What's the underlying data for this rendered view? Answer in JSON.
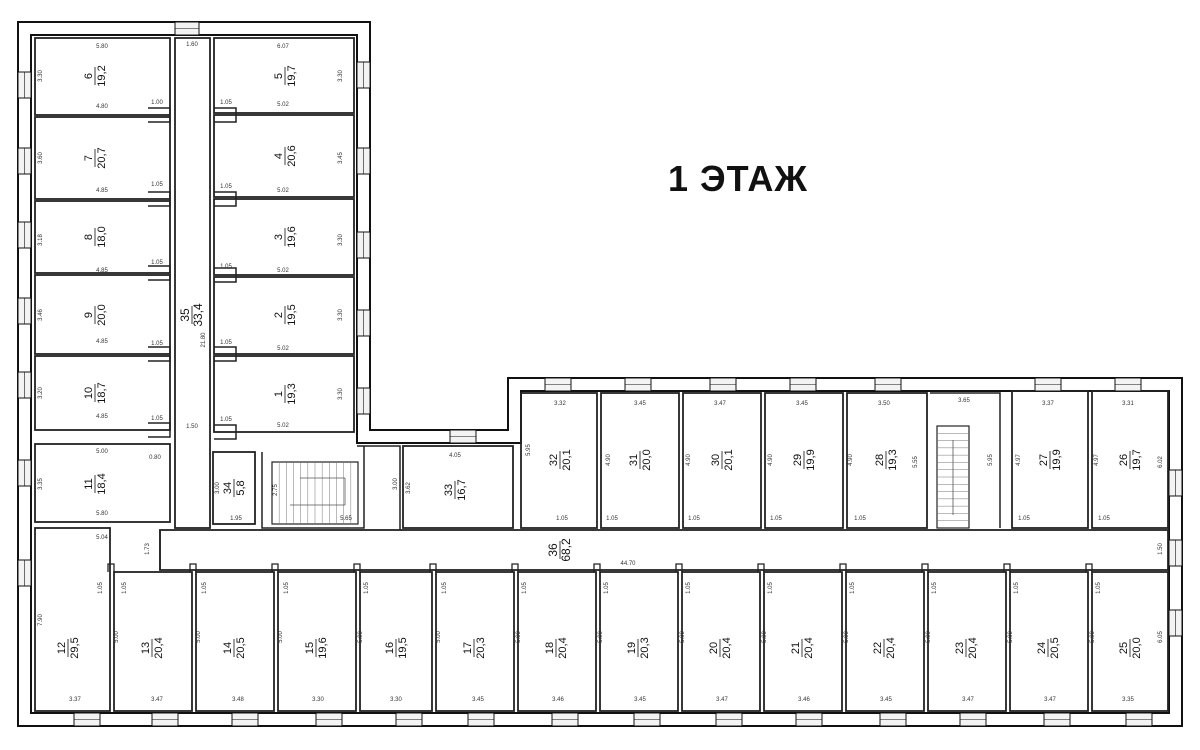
{
  "title": "1 ЭТАЖ",
  "colors": {
    "wall": "#111111",
    "line": "#222222",
    "window_fill": "#f3f3f3",
    "background": "#ffffff"
  },
  "rooms": [
    {
      "number": "6",
      "area": "19,2",
      "dims": [
        "5.80",
        "3.30",
        "4.80",
        "1.00"
      ]
    },
    {
      "number": "7",
      "area": "20,7",
      "dims": [
        "3.60",
        "4.85",
        "1.05"
      ]
    },
    {
      "number": "8",
      "area": "18,0",
      "dims": [
        "3.18",
        "4.85",
        "1.05"
      ]
    },
    {
      "number": "9",
      "area": "20,0",
      "dims": [
        "3.46",
        "4.85",
        "1.05"
      ]
    },
    {
      "number": "10",
      "area": "18,7",
      "dims": [
        "3.20",
        "4.85",
        "1.05"
      ]
    },
    {
      "number": "11",
      "area": "18,4",
      "dims": [
        "5.00",
        "3.35",
        "5.80",
        "0.80"
      ]
    },
    {
      "number": "5",
      "area": "19,7",
      "dims": [
        "6.07",
        "3.30",
        "5.02",
        "1.05"
      ]
    },
    {
      "number": "4",
      "area": "20,6",
      "dims": [
        "3.45",
        "5.02",
        "1.05"
      ]
    },
    {
      "number": "3",
      "area": "19,6",
      "dims": [
        "3.30",
        "5.02",
        "1.05"
      ]
    },
    {
      "number": "2",
      "area": "19,5",
      "dims": [
        "3.30",
        "5.02",
        "1.05"
      ]
    },
    {
      "number": "1",
      "area": "19,3",
      "dims": [
        "3.30",
        "5.02",
        "1.05"
      ]
    },
    {
      "number": "35",
      "area": "33,4",
      "dims": [
        "1.60",
        "21.80",
        "1.50"
      ]
    },
    {
      "number": "34",
      "area": "5,8",
      "dims": [
        "3.00",
        "1.95"
      ]
    },
    {
      "number": "33",
      "area": "16,7",
      "dims": [
        "4.05",
        "3.62"
      ]
    },
    {
      "number": "32",
      "area": "20,1",
      "dims": [
        "3.32",
        "5.95",
        "1.05"
      ]
    },
    {
      "number": "31",
      "area": "20,0",
      "dims": [
        "3.45",
        "4.90",
        "1.05"
      ]
    },
    {
      "number": "30",
      "area": "20,1",
      "dims": [
        "3.47",
        "4.90",
        "1.05"
      ]
    },
    {
      "number": "29",
      "area": "19,9",
      "dims": [
        "3.45",
        "4.90",
        "1.05"
      ]
    },
    {
      "number": "28",
      "area": "19,3",
      "dims": [
        "3.50",
        "4.90",
        "5.55",
        "1.05"
      ]
    },
    {
      "number": "27",
      "area": "19,9",
      "dims": [
        "3.37",
        "4.97",
        "1.05"
      ]
    },
    {
      "number": "26",
      "area": "19,7",
      "dims": [
        "3.31",
        "4.97",
        "6.02",
        "1.05"
      ]
    },
    {
      "number": "36",
      "area": "68,2",
      "dims": [
        "44.70",
        "1.50"
      ]
    },
    {
      "number": "12",
      "area": "29,5",
      "dims": [
        "5.04",
        "1.73",
        "7.90",
        "3.37",
        "1.05"
      ]
    },
    {
      "number": "13",
      "area": "20,4",
      "dims": [
        "5.00",
        "3.47",
        "1.05"
      ]
    },
    {
      "number": "14",
      "area": "20,5",
      "dims": [
        "5.00",
        "3.48",
        "1.05"
      ]
    },
    {
      "number": "15",
      "area": "19,6",
      "dims": [
        "5.00",
        "3.30",
        "1.05"
      ]
    },
    {
      "number": "16",
      "area": "19,5",
      "dims": [
        "5.00",
        "3.30",
        "1.05"
      ]
    },
    {
      "number": "17",
      "area": "20,3",
      "dims": [
        "5.00",
        "3.45",
        "1.05"
      ]
    },
    {
      "number": "18",
      "area": "20,4",
      "dims": [
        "5.00",
        "3.46",
        "1.05"
      ]
    },
    {
      "number": "19",
      "area": "20,3",
      "dims": [
        "5.00",
        "3.45",
        "1.05"
      ]
    },
    {
      "number": "20",
      "area": "20,4",
      "dims": [
        "5.00",
        "3.47",
        "1.05"
      ]
    },
    {
      "number": "21",
      "area": "20,4",
      "dims": [
        "5.00",
        "3.46",
        "1.05"
      ]
    },
    {
      "number": "22",
      "area": "20,4",
      "dims": [
        "5.00",
        "3.45",
        "1.05"
      ]
    },
    {
      "number": "23",
      "area": "20,4",
      "dims": [
        "5.00",
        "3.47",
        "1.05"
      ]
    },
    {
      "number": "24",
      "area": "20,5",
      "dims": [
        "5.00",
        "3.47",
        "1.05"
      ]
    },
    {
      "number": "25",
      "area": "20,0",
      "dims": [
        "5.00",
        "6.05",
        "3.35",
        "1.05"
      ]
    }
  ],
  "misc_dims": [
    "2.75",
    "5.65",
    "3.00",
    "3.65",
    "5.95"
  ]
}
